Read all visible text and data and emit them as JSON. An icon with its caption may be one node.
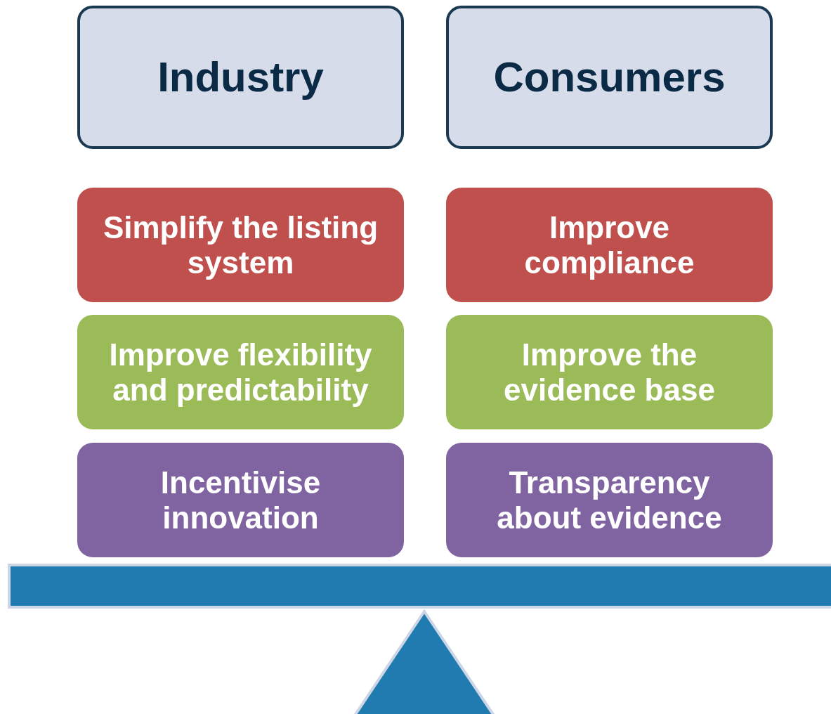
{
  "diagram": {
    "nodes": [
      {
        "text": [
          "Industry"
        ]
      },
      {
        "text": [
          "Consumers"
        ]
      },
      {
        "text": [
          "Simplify the listing system"
        ]
      },
      {
        "text": [
          "Improve compliance"
        ]
      },
      {
        "text": [
          "Improve flexibility and predictability"
        ]
      },
      {
        "text": [
          "Improve the evidence base"
        ]
      },
      {
        "text": [
          "Incentivise innovation"
        ]
      },
      {
        "text": [
          "Transparency about evidence"
        ]
      }
    ],
    "edges": []
  }
}
